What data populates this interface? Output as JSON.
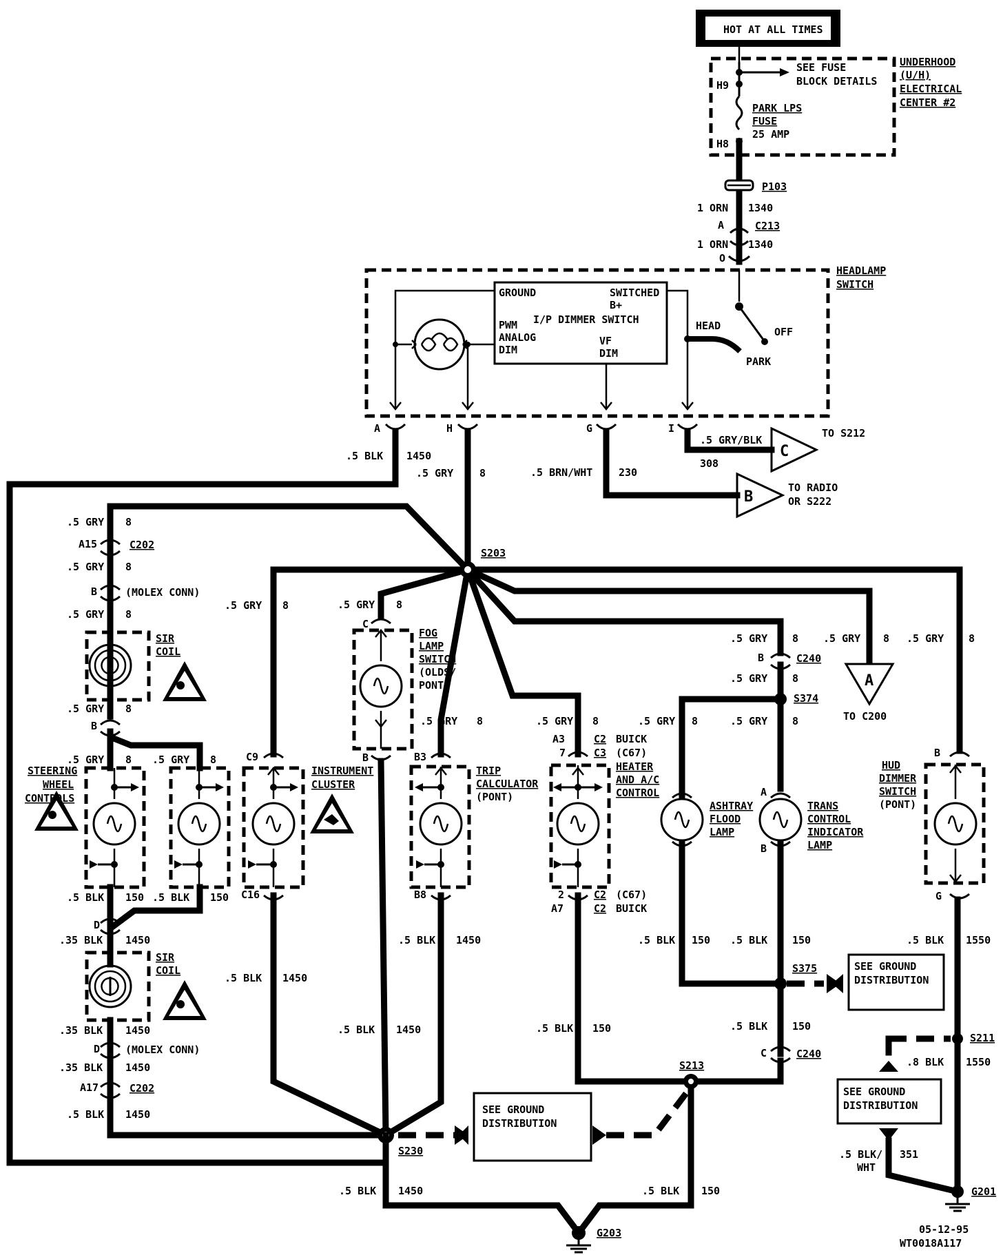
{
  "top": {
    "hot_label": "HOT AT ALL TIMES",
    "see_fuse_1": "SEE FUSE",
    "see_fuse_2": "BLOCK DETAILS",
    "uh_1": "UNDERHOOD",
    "uh_2": "(U/H)",
    "uh_3": "ELECTRICAL",
    "uh_4": "CENTER #2",
    "h9": "H9",
    "h8": "H8",
    "fuse_1": "PARK LPS",
    "fuse_2": "FUSE",
    "fuse_3": "25 AMP",
    "p103": "P103",
    "w1_gauge": "1 ORN",
    "w1_circuit": "1340",
    "c213_pin": "A",
    "c213": "C213",
    "w2_gauge": "1 ORN",
    "w2_circuit": "1340",
    "pin_o": "O"
  },
  "headlamp": {
    "title_1": "HEADLAMP",
    "title_2": "SWITCH",
    "ground": "GROUND",
    "switched_1": "SWITCHED",
    "switched_2": "B+",
    "dimmer": "I/P DIMMER SWITCH",
    "pwm_1": "PWM",
    "pwm_2": "ANALOG",
    "pwm_3": "DIM",
    "vf_1": "VF",
    "vf_2": "DIM",
    "head": "HEAD",
    "off": "OFF",
    "park": "PARK",
    "pin_a": "A",
    "pin_h": "H",
    "pin_g": "G",
    "pin_i": "I"
  },
  "wires": {
    "a_gauge": ".5 BLK",
    "a_circuit": "1450",
    "h_gauge": ".5 GRY",
    "h_circuit": "8",
    "g_gauge": ".5 BRN/WHT",
    "g_circuit": "230",
    "i_gauge": ".5 GRY/BLK",
    "i_circuit": "308"
  },
  "refs": {
    "c_letter": "C",
    "c_to": "TO S212",
    "b_letter": "B",
    "b_to_1": "TO RADIO",
    "b_to_2": "OR S222",
    "a_letter": "A",
    "a_to": "TO C200"
  },
  "splices": {
    "s203": "S203",
    "s230": "S230",
    "s213": "S213",
    "s374": "S374",
    "s375": "S375",
    "s211": "S211",
    "g203": "G203",
    "g201": "G201"
  },
  "left": {
    "gry1": ".5 GRY",
    "gry1c": "8",
    "a15": "A15",
    "c202a": "C202",
    "gry2": ".5 GRY",
    "gry2c": "8",
    "molex_pin": "B",
    "molex": "(MOLEX CONN)",
    "gry3": ".5 GRY",
    "gry3c": "8",
    "sir1_1": "SIR",
    "sir1_2": "COIL",
    "gry4": ".5 GRY",
    "gry4c": "8",
    "pin_b": "B",
    "gry5": ".5 GRY",
    "gry5c": "8",
    "gry6": ".5 GRY",
    "gry6c": "8",
    "swc_1": "STEERING",
    "swc_2": "WHEEL",
    "swc_3": "CONTROLS",
    "blk1": ".5 BLK",
    "blk1c": "150",
    "blk2": ".5 BLK",
    "blk2c": "150",
    "pin_d": "D",
    "blk3": ".35 BLK",
    "blk3c": "1450",
    "sir2_1": "SIR",
    "sir2_2": "COIL",
    "blk4": ".35 BLK",
    "blk4c": "1450",
    "molex2_pin": "D",
    "molex2": "(MOLEX CONN)",
    "blk5": ".35 BLK",
    "blk5c": "1450",
    "a17": "A17",
    "c202b": "C202",
    "blk6": ".5 BLK",
    "blk6c": "1450"
  },
  "center": {
    "ic_gry": ".5 GRY",
    "ic_gryc": "8",
    "c9": "C9",
    "ic_1": "INSTRUMENT",
    "ic_2": "CLUSTER",
    "c16": "C16",
    "ic_blk": ".5 BLK",
    "ic_blkc": "1450",
    "fog_gry": ".5 GRY",
    "fog_gryc": "8",
    "fog_pin_c": "C",
    "fog_1": "FOG",
    "fog_2": "LAMP",
    "fog_3": "SWITCH",
    "fog_4": "(OLDS/",
    "fog_5": "PONT)",
    "fog_pin_b": "B",
    "fog_blk": ".5 BLK",
    "fog_blkc": "1450",
    "trip_gry": ".5 GRY",
    "trip_gryc": "8",
    "b3": "B3",
    "trip_1": "TRIP",
    "trip_2": "CALCULATOR",
    "trip_3": "(PONT)",
    "b8": "B8",
    "trip_blk": ".5 BLK",
    "trip_blkc": "1450",
    "ground_1": "SEE GROUND",
    "ground_2": "DISTRIBUTION",
    "bot_blk1": ".5 BLK",
    "bot_blk1c": "1450",
    "bot_blk2": ".5 BLK",
    "bot_blk2c": "150"
  },
  "right": {
    "hvac_gry": ".5 GRY",
    "hvac_gryc": "8",
    "a3": "A3",
    "c2": "C2",
    "buick": "BUICK",
    "pin7": "7",
    "c3": "C3",
    "c67": "(C67)",
    "hvac_1": "HEATER",
    "hvac_2": "AND A/C",
    "hvac_3": "CONTROL",
    "pin2": "2",
    "c2b": "C2",
    "c67b": "(C67)",
    "a7": "A7",
    "c2c": "C2",
    "buickb": "BUICK",
    "hvac_blk1": ".5 BLK",
    "hvac_blk1c": "150",
    "c240_gry": ".5 GRY",
    "c240_gryc": "8",
    "c240_pin": "B",
    "c240": "C240",
    "s374_gry": ".5 GRY",
    "s374_gryc": "8",
    "ash_gry": ".5 GRY",
    "ash_gryc": "8",
    "tc_gry": ".5 GRY",
    "tc_gryc": "8",
    "ash_1": "ASHTRAY",
    "ash_2": "FLOOD",
    "ash_3": "LAMP",
    "tc_1": "TRANS",
    "tc_2": "CONTROL",
    "tc_3": "INDICATOR",
    "tc_4": "LAMP",
    "tc_pin_a": "A",
    "tc_pin_b": "B",
    "ash_blk": ".5 BLK",
    "ash_blkc": "150",
    "tc_blk": ".5 BLK",
    "tc_blkc": "150",
    "ground_1": "SEE GROUND",
    "ground_2": "DISTRIBUTION",
    "s375_blk": ".5 BLK",
    "s375_blkc": "150",
    "c240b_pin": "C",
    "c240b": "C240",
    "a_gry": ".5 GRY",
    "a_gryc": "8",
    "hud_gry": ".5 GRY",
    "hud_gryc": "8",
    "hud_pin_b": "B",
    "hud_1": "HUD",
    "hud_2": "DIMMER",
    "hud_3": "SWITCH",
    "hud_4": "(PONT)",
    "hud_pin_g": "G",
    "hud_blk": ".5 BLK",
    "hud_blkc": "1550",
    "s211_blk": ".8 BLK",
    "s211_blkc": "1550",
    "g2_1": "SEE GROUND",
    "g2_2": "DISTRIBUTION",
    "bw_1": ".5 BLK/",
    "bw_2": "WHT",
    "bw_c": "351"
  },
  "footer": {
    "date": "05-12-95",
    "code": "WT0018A117"
  }
}
